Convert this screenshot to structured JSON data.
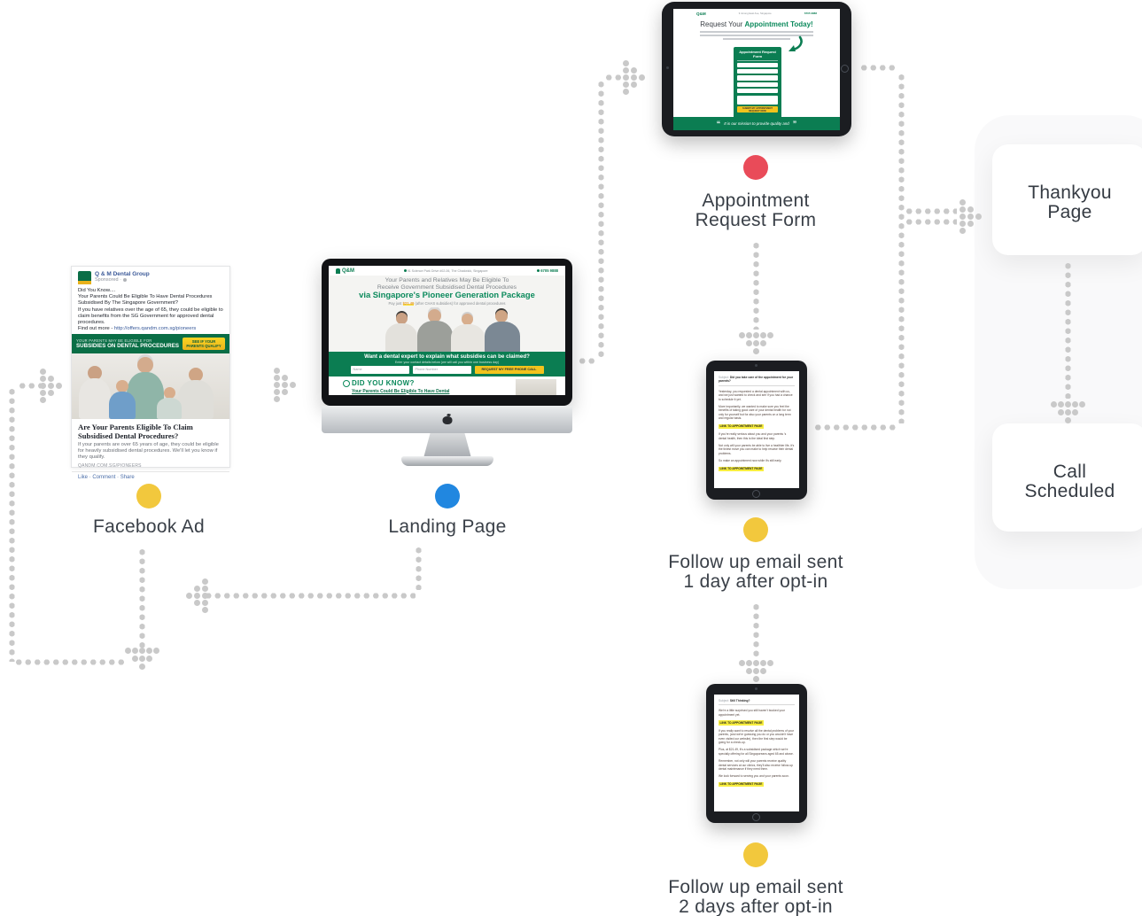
{
  "palette": {
    "dot_line": "#c9c9c9",
    "brand_green": "#0b7d52",
    "banner_green": "#0a6e46",
    "button_yellow": "#f2c31d",
    "highlight_yellow": "#f8ee3f",
    "node_yellow": "#f2c83d",
    "node_blue": "#2187e0",
    "node_red": "#e94b59",
    "label_text": "#3a4048"
  },
  "facebook_ad": {
    "label": "Facebook Ad",
    "dot_color": "#f2c83d",
    "page_name": "Q & M Dental Group",
    "sponsored": "Sponsored · ",
    "body_line1": "Did You Know....",
    "body_line2": "Your Parents Could Be Eligible To Have Dental Procedures Subsidised By The Singapore Government?",
    "body_line3": "If you have relatives over the age of 65, they could be eligible to claim benefits from the SG Government for approved dental procedures.",
    "body_line4_pre": "Find out more - ",
    "body_link": "http://offers.qandm.com.sg/pioneers",
    "banner_line1": "YOUR PARENTS MAY BE ELIGIBLE FOR",
    "banner_line2": "SUBSIDIES ON DENTAL PROCEDURES",
    "banner_button": "SEE IF YOUR PARENTS QUALIFY",
    "headline": "Are Your Parents Eligible To Claim Subsidised Dental Procedures?",
    "description": "If your parents are over 65 years of age, they could be eligible for heavily subsidised dental procedures. We'll let you know if they qualify.",
    "display_url": "QANDM.COM.SG/PIONEERS",
    "action_like": "Like",
    "action_comment": "· Comment",
    "action_share": "· Share"
  },
  "landing_page": {
    "label": "Landing Page",
    "dot_color": "#2187e0",
    "logo": "Q&M",
    "address": "91 Science Park Drive #02-06, The Chadwick, Singapore",
    "phone": "6705 9888",
    "heading1": "Your Parents and Relatives May Be Eligible To",
    "heading2": "Receive Government Subsidised Dental Procedures",
    "heading3": "via Singapore's Pioneer Generation Package",
    "subline_pre": "Pay just ",
    "subline_price": "$21.49",
    "subline_post": " (after CHAS subsidies) for approved dental procedures",
    "cta_heading": "Want a dental expert to explain what subsidies can be claimed?",
    "cta_sub": "Enter your contact details below (we will call you within one business day)",
    "field_name": "Name",
    "field_phone": "Phone Number",
    "cta_button": "REQUEST MY FREE PHONE CALL",
    "know_heading": "DID YOU KNOW?",
    "know_text": "Your Parents Could Be Eligible To Have Dental"
  },
  "appointment": {
    "label_line1": "Appointment",
    "label_line2": "Request Form",
    "dot_color": "#e94b59",
    "logo": "Q&M",
    "address": "9 Jurong East Ave, Singapore",
    "phone": "6705 9888",
    "heading_pre": "Request Your ",
    "heading_em": "Appointment Today!",
    "form_title": "Appointment Request Form",
    "form_button": "SUBMIT MY APPOINTMENT REQUEST NOW",
    "footer_quote": "It is our mission to provide quality and"
  },
  "email1": {
    "label_line1": "Follow up email sent",
    "label_line2": "1 day after opt-in",
    "dot_color": "#f2c83d",
    "subject_label": "Subject:",
    "subject": "Did you take care of the appointment for your parents?",
    "items": [
      {
        "type": "p",
        "text": "Yesterday, you requested a dental appointment with us, and we just wanted to check and see if you had a chance to schedule it yet."
      },
      {
        "type": "p",
        "text": "More importantly, we wanted to make sure you feel the benefits of taking good care of your dental health for not only for yourself but for also your parents on a long term and regular basis."
      },
      {
        "type": "link",
        "text": "LINK TO APPOINTMENT PAGE"
      },
      {
        "type": "p",
        "text": "If you're really serious about you and your parents 's dental health, then this is the ideal first step."
      },
      {
        "type": "p",
        "text": "Not only will your parents be able to live a healthier life, it's the tiniest move you can make to help resolve their dental problems."
      },
      {
        "type": "p",
        "text": "So make an appointment now while it's still early."
      },
      {
        "type": "link",
        "text": "LINK TO APPOINTMENT PAGE"
      }
    ]
  },
  "email2": {
    "label_line1": "Follow up email sent",
    "label_line2": "2 days after opt-in",
    "dot_color": "#f2c83d",
    "subject_label": "Subject:",
    "subject": "Still Thinking?",
    "items": [
      {
        "type": "p",
        "text": "We're a little surprised you still haven't booked your appointment yet."
      },
      {
        "type": "link",
        "text": "LINK TO APPOINTMENT PAGE"
      },
      {
        "type": "p",
        "text": "If you really want to resolve all the dental problems of your parents, (and we're guessing you do or you wouldn't have even visited our website), then the first step would be going for a check-up."
      },
      {
        "type": "p",
        "text": "Plus, at $21.49, it's a subsidised package which we're specially offering for all Singaporeans aged 65 and above."
      },
      {
        "type": "p",
        "text": "Remember, not only will your parents receive quality dental services at our clinics, they'll also receive follow-up dental maintenance if they need them."
      },
      {
        "type": "p",
        "text": "We look forward to serving you and your parents soon."
      },
      {
        "type": "link",
        "text": "LINK TO APPOINTMENT PAGE"
      }
    ]
  },
  "thankyou": {
    "label_line1": "Thankyou",
    "label_line2": "Page"
  },
  "call": {
    "label_line1": "Call",
    "label_line2": "Scheduled"
  }
}
